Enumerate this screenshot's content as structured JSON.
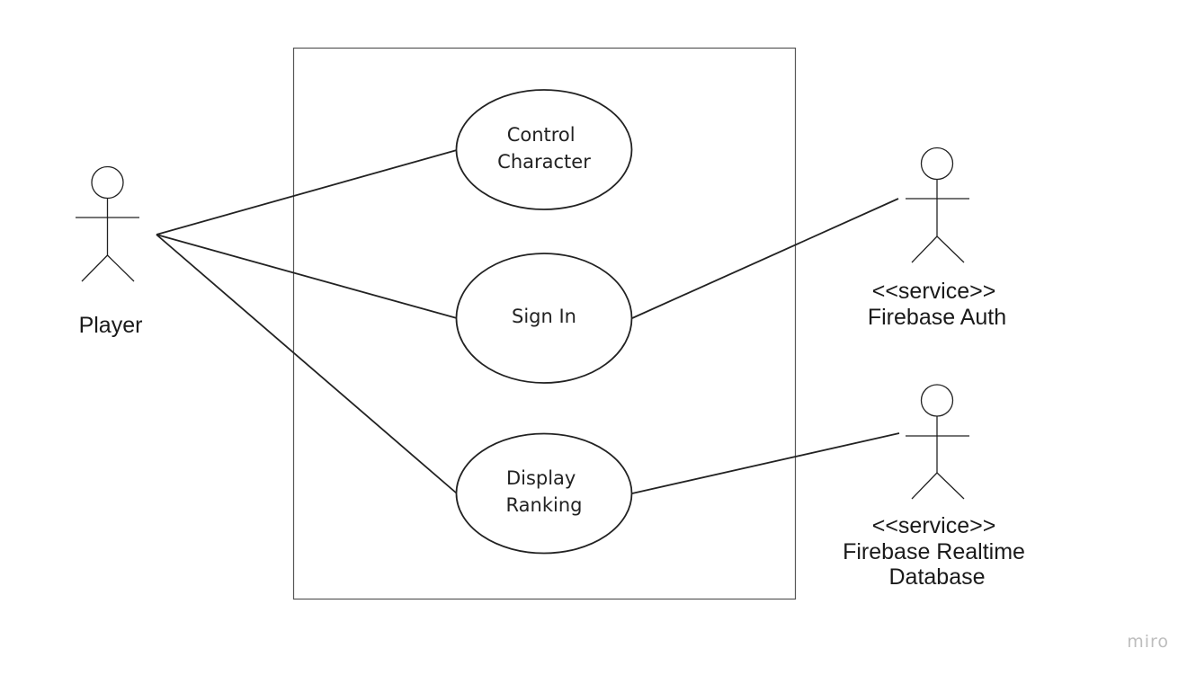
{
  "diagram": {
    "use_cases": {
      "control_character": [
        "Control",
        "Character"
      ],
      "sign_in": [
        "Sign In"
      ],
      "display_ranking": [
        "Display",
        "Ranking"
      ]
    },
    "actors": {
      "player": [
        "Player"
      ],
      "firebase_auth": [
        "<<service>>",
        "Firebase Auth"
      ],
      "firebase_db": [
        "<<service>>",
        "Firebase Realtime",
        "Database"
      ]
    }
  },
  "watermark": "miro",
  "colors": {
    "stroke": "#222222",
    "frame": "#555555",
    "watermark": "#bdbdbd"
  }
}
